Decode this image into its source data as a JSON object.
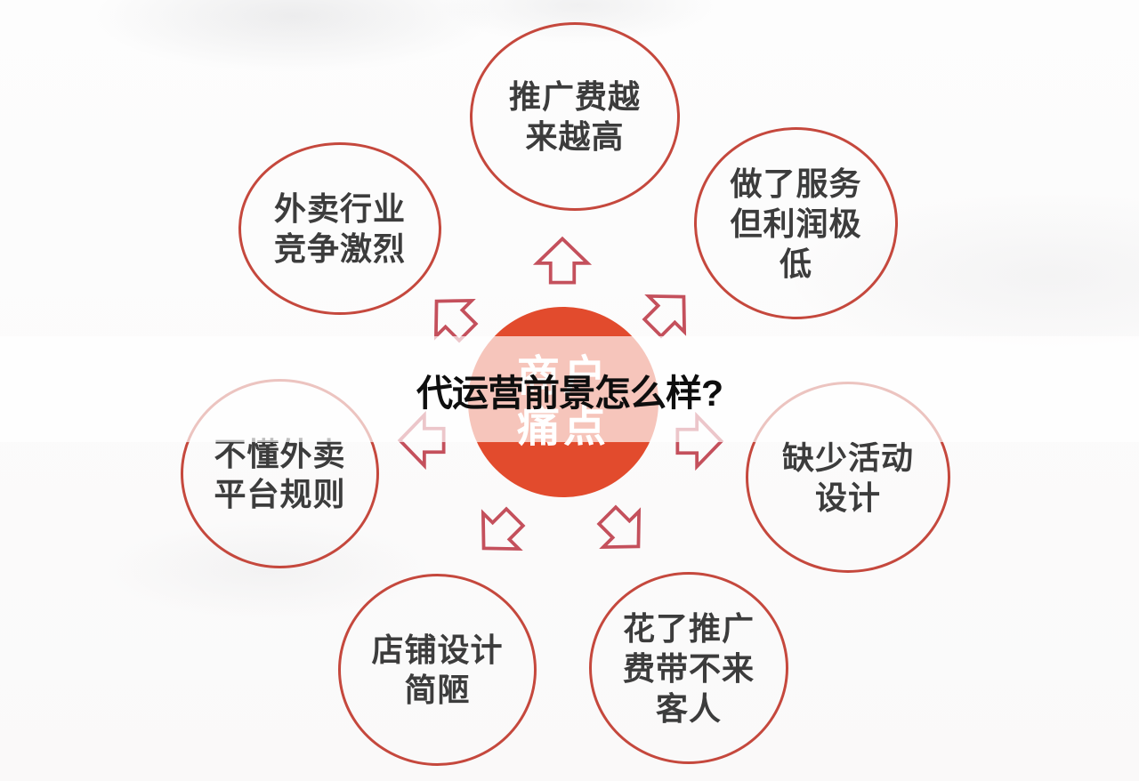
{
  "title": "代运营前景怎么样?",
  "center_node": {
    "label": "商户痛点",
    "lines": [
      "商户",
      "痛点"
    ]
  },
  "nodes": [
    {
      "label": "推广费越来越高",
      "lines": [
        "推广费越",
        "来越高"
      ]
    },
    {
      "label": "外卖行业竞争激烈",
      "lines": [
        "外卖行业",
        "竞争激烈"
      ]
    },
    {
      "label": "做了服务但利润极低",
      "lines": [
        "做了服务",
        "但利润极",
        "低"
      ]
    },
    {
      "label": "不懂外卖平台规则",
      "lines": [
        "不懂外卖",
        "平台规则"
      ]
    },
    {
      "label": "缺少活动设计",
      "lines": [
        "缺少活动",
        "设计"
      ]
    },
    {
      "label": "店铺设计简陋",
      "lines": [
        "店铺设计",
        "简陋"
      ]
    },
    {
      "label": "花了推广费带不来客人",
      "lines": [
        "花了推广",
        "费带不来",
        "客人"
      ]
    }
  ],
  "arrows": [
    "up",
    "up-left",
    "up-right",
    "left",
    "right",
    "down-left",
    "down-right"
  ],
  "colors": {
    "center_fill": "#e24b2d",
    "center_text": "#ffffff",
    "circle_stroke": "#c5483d",
    "arrow_stroke": "#c4505c",
    "node_text": "#3c3c3c",
    "title_text": "#0e0e0e",
    "banner_overlay": "rgba(255,255,255,0.68)"
  }
}
